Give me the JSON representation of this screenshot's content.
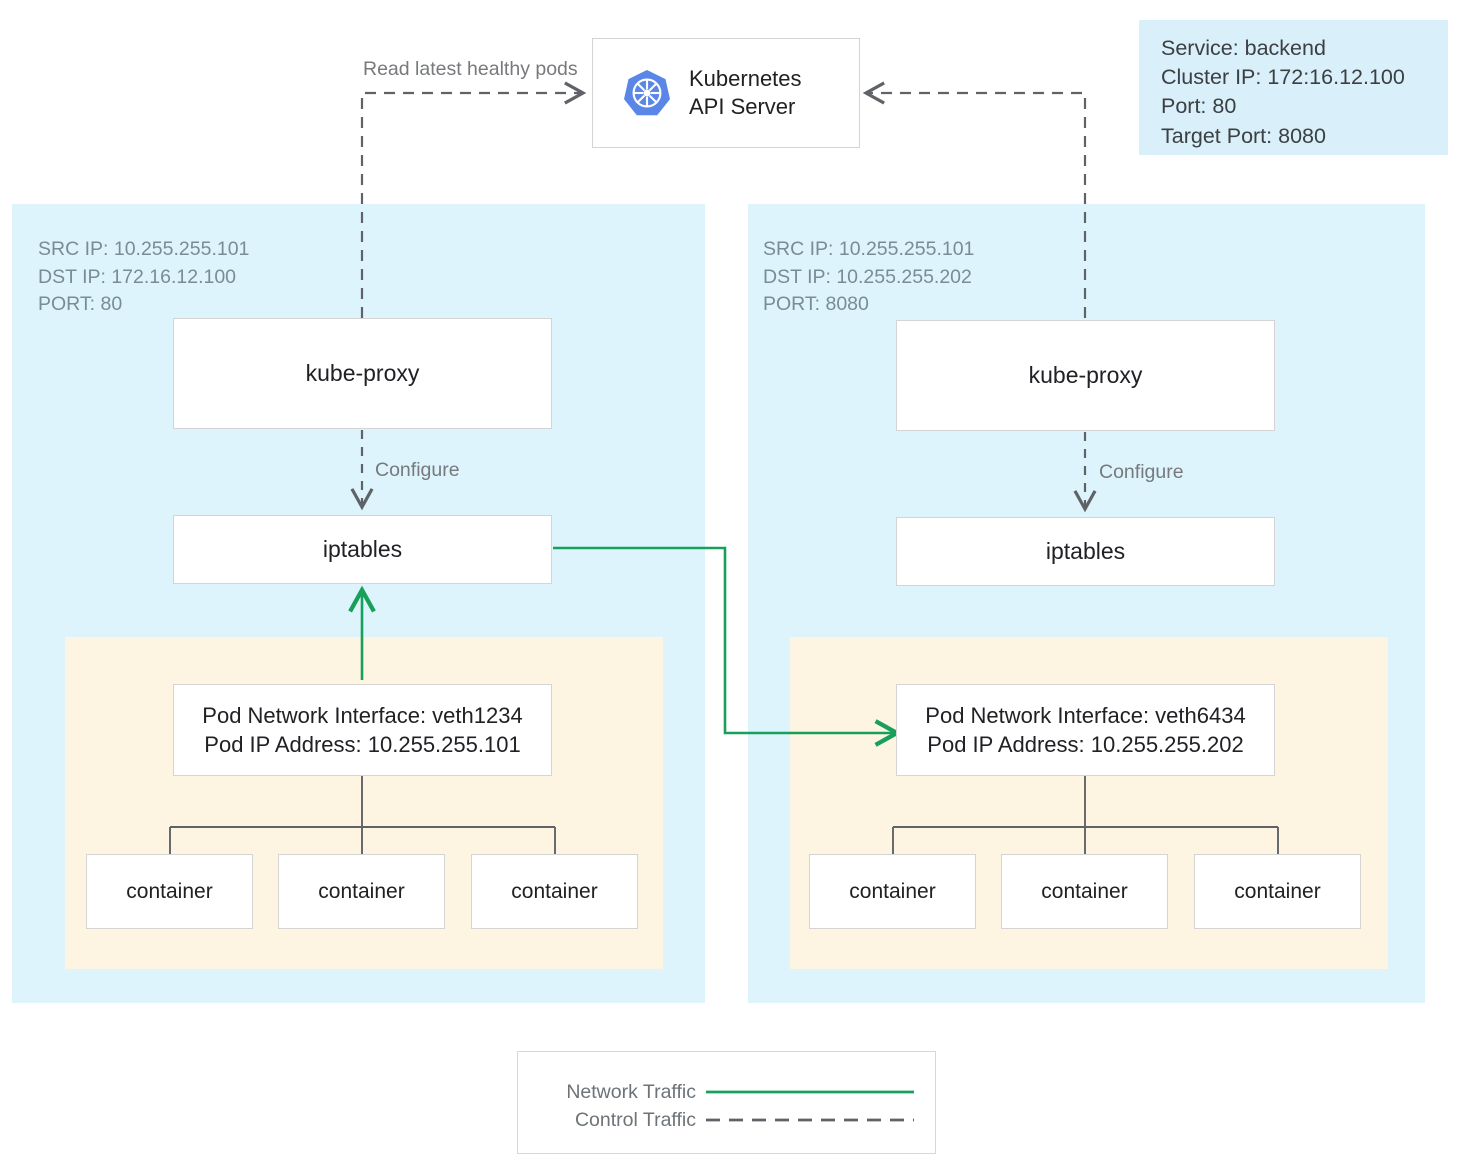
{
  "diagram": {
    "title": "Kubernetes kube-proxy iptables service routing",
    "colors": {
      "node_background": "#ddf4fd",
      "pod_background": "#fdf5e1",
      "service_callout_background": "#d9eff9",
      "network_traffic": "#18a05a",
      "control_traffic": "#5f6368",
      "box_border": "#d4d4d4",
      "k8s_logo_blue": "#5a86e8"
    }
  },
  "api_server": {
    "label": "Kubernetes\nAPI Server",
    "icon": "kubernetes-logo-icon"
  },
  "service_callout": {
    "lines": [
      "Service: backend",
      "Cluster IP: 172:16.12.100",
      "Port: 80",
      "Target Port: 8080"
    ]
  },
  "edge_labels": {
    "read_latest": "Read latest healthy pods",
    "configure_left": "Configure",
    "configure_right": "Configure"
  },
  "nodes": [
    {
      "id": "node-left",
      "traffic_info": "SRC IP: 10.255.255.101\nDST IP: 172.16.12.100\nPORT: 80",
      "kube_proxy_label": "kube-proxy",
      "iptables_label": "iptables",
      "pod": {
        "interface_line": "Pod Network Interface: veth1234",
        "ip_line": "Pod IP Address: 10.255.255.101",
        "containers": [
          "container",
          "container",
          "container"
        ]
      }
    },
    {
      "id": "node-right",
      "traffic_info": "SRC IP: 10.255.255.101\nDST IP: 10.255.255.202\nPORT: 8080",
      "kube_proxy_label": "kube-proxy",
      "iptables_label": "iptables",
      "pod": {
        "interface_line": "Pod Network Interface: veth6434",
        "ip_line": "Pod IP Address: 10.255.255.202",
        "containers": [
          "container",
          "container",
          "container"
        ]
      }
    }
  ],
  "legend": {
    "items": [
      {
        "label": "Network Traffic",
        "style": "solid",
        "color": "#18a05a"
      },
      {
        "label": "Control Traffic",
        "style": "dashed",
        "color": "#5f6368"
      }
    ]
  }
}
